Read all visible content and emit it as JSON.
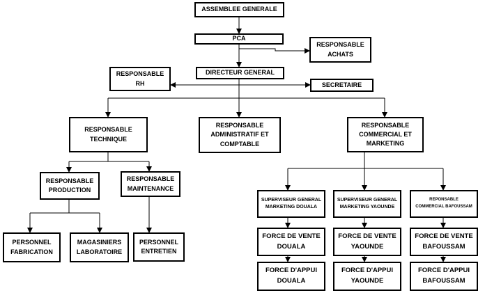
{
  "chart": {
    "nodes": {
      "assemblee": "ASSEMBLEE GENERALE",
      "pca": "PCA",
      "achats": "RESPONSABLE\nACHATS",
      "rh": "RESPONSABLE\nRH",
      "dg": "DIRECTEUR GENERAL",
      "secretaire": "SECRETAIRE",
      "technique": "RESPONSABLE\nTECHNIQUE",
      "admin": "RESPONSABLE\nADMINISTRATIF ET\nCOMPTABLE",
      "commercial": "RESPONSABLE\nCOMMERCIAL ET\nMARKETING",
      "production": "RESPONSABLE\nPRODUCTION",
      "maintenance": "RESPONSABLE\nMAINTENANCE",
      "fabrication": "PERSONNEL\nFABRICATION",
      "magasiniers": "MAGASINIERS\nLABORATOIRE",
      "entretien": "PERSONNEL\nENTRETIEN",
      "sup_douala": "SUPERVISEUR GENERAL\nMARKETING  DOUALA",
      "sup_yaounde": "SUPERVISEUR GENERAL\nMARKETING YAOUNDE",
      "resp_bafoussam": "REPONSABLE\nCOMMERCIAL BAFOUSSAM",
      "fv_douala": "FORCE DE VENTE\nDOUALA",
      "fv_yaounde": "FORCE DE VENTE\nYAOUNDE",
      "fv_bafoussam": "FORCE DE VENTE\nBAFOUSSAM",
      "fa_douala": "FORCE D'APPUI\nDOUALA",
      "fa_yaounde": "FORCE D'APPUI\nYAOUNDE",
      "fa_bafoussam": "FORCE D'APPUI\nBAFOUSSAM"
    }
  }
}
